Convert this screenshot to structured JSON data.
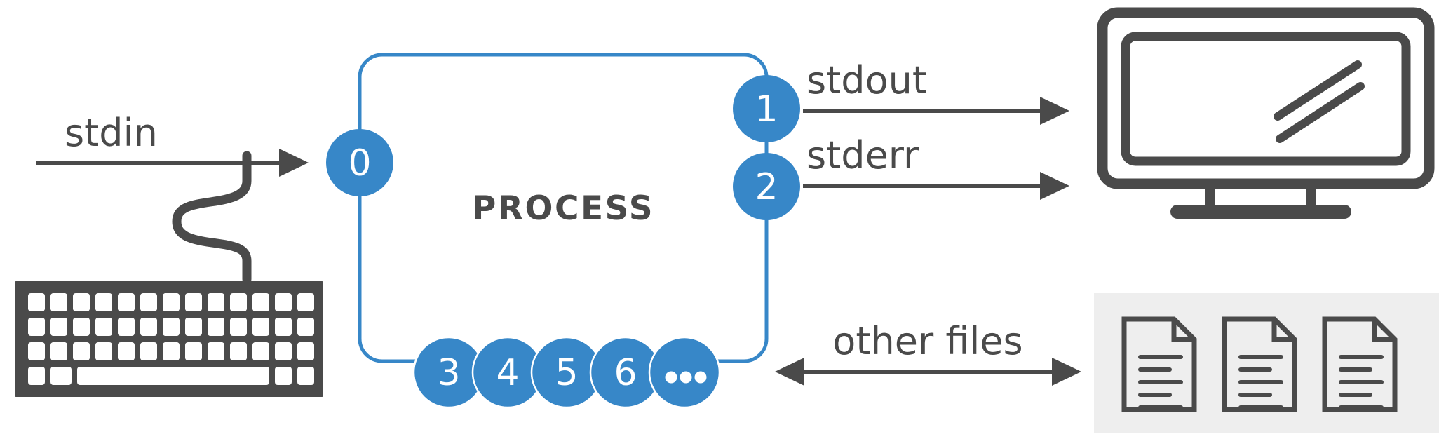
{
  "diagram": {
    "title": "PROCESS",
    "process_label": "PROCESS",
    "colors": {
      "accent_blue": "#3787c8",
      "dark_gray": "#4a4a4a",
      "panel_gray": "#eeeeee",
      "background": "#ffffff",
      "circle_text": "#ffffff"
    },
    "process_box": {
      "label": "PROCESS",
      "border_color": "#3787c8"
    },
    "file_descriptors": {
      "stdin_fd": "0",
      "stdout_fd": "1",
      "stderr_fd": "2",
      "other_fds": [
        "3",
        "4",
        "5",
        "6",
        "..."
      ]
    },
    "streams": [
      {
        "name": "stdin",
        "label": "stdin",
        "fd": "0",
        "direction": "in"
      },
      {
        "name": "stdout",
        "label": "stdout",
        "fd": "1",
        "direction": "out"
      },
      {
        "name": "stderr",
        "label": "stderr",
        "fd": "2",
        "direction": "out"
      },
      {
        "name": "other-files",
        "label": "other files",
        "fd": "3+",
        "direction": "bidirectional"
      }
    ],
    "devices": {
      "input_device": "keyboard-icon",
      "output_device": "monitor-icon",
      "storage_device": "file-icons"
    },
    "icons": {
      "keyboard": "keyboard-icon",
      "monitor": "monitor-icon",
      "file": "file-icon",
      "file_count": 3
    }
  }
}
